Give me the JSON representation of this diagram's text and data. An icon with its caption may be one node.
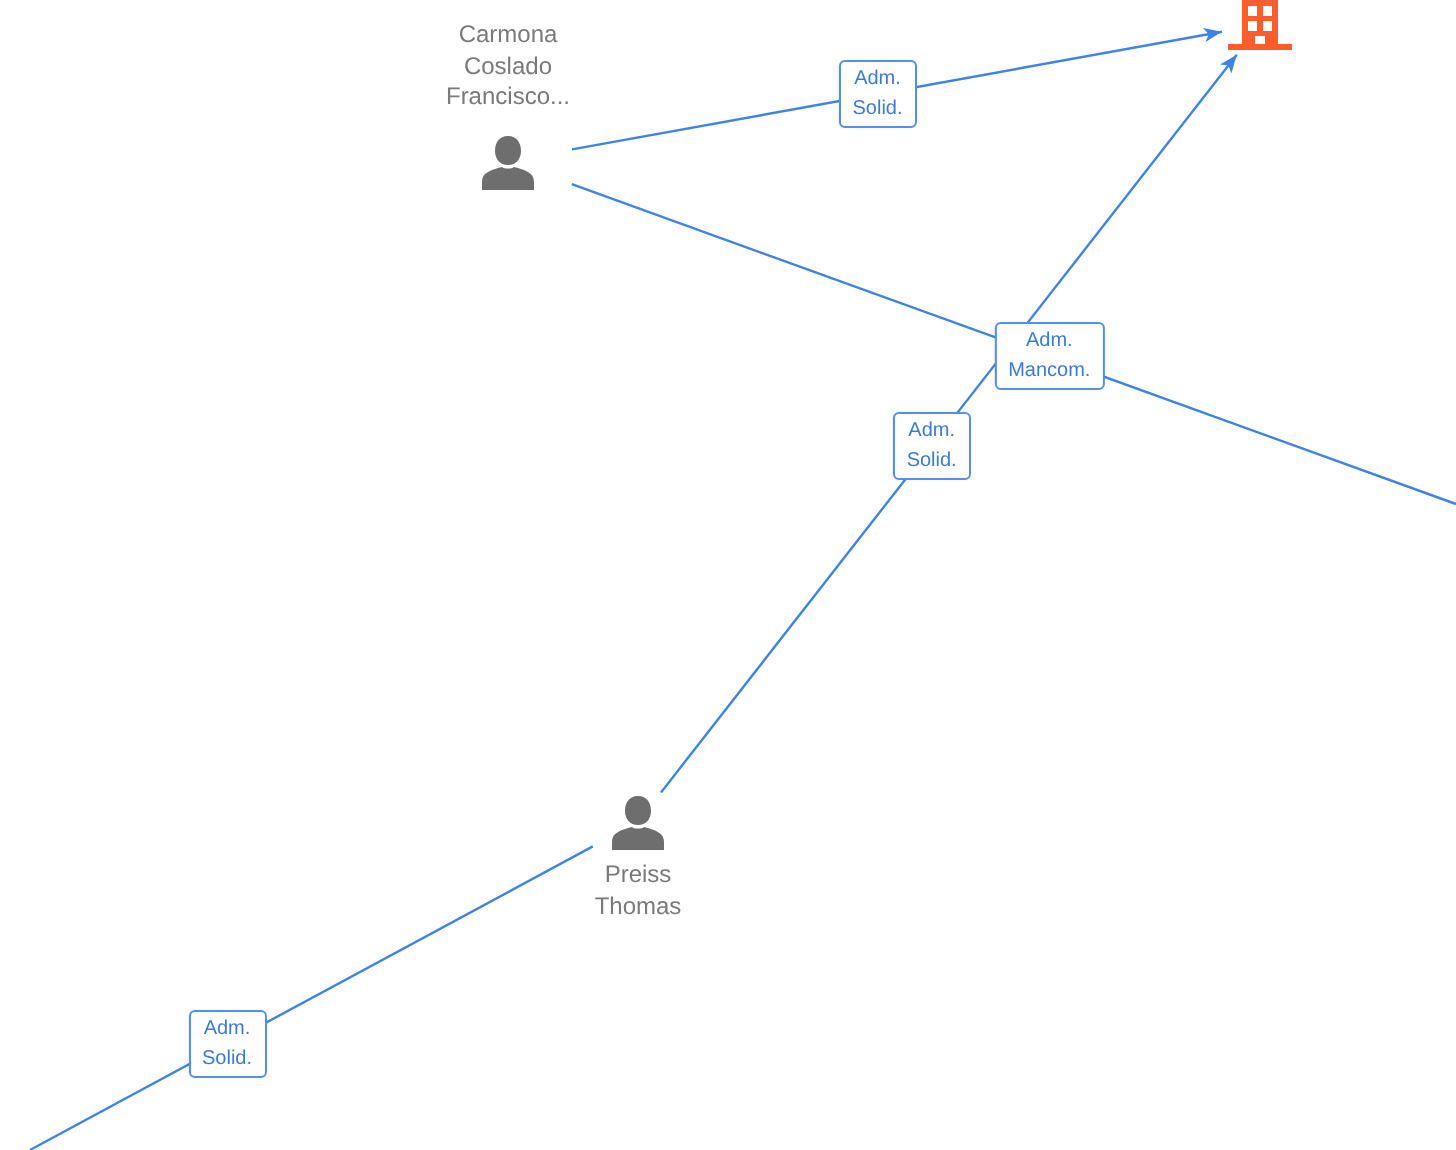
{
  "diagram": {
    "nodes": [
      {
        "text": [
          "Carmona Coslado Francisco..."
        ]
      },
      {
        "text": [],
        "shape": "building"
      },
      {
        "text": [
          "Preiss Thomas"
        ]
      }
    ],
    "edges": [
      {
        "from": 0,
        "to": 1,
        "arrow": "to",
        "label": "Adm. Solid."
      },
      {
        "from": 0,
        "to": null,
        "arrow": "none",
        "label": "Adm. Mancom."
      },
      {
        "from": 2,
        "to": 1,
        "arrow": "to",
        "label": "Adm. Solid."
      },
      {
        "from": 2,
        "to": null,
        "arrow": "none",
        "label": "Adm. Solid."
      }
    ]
  }
}
